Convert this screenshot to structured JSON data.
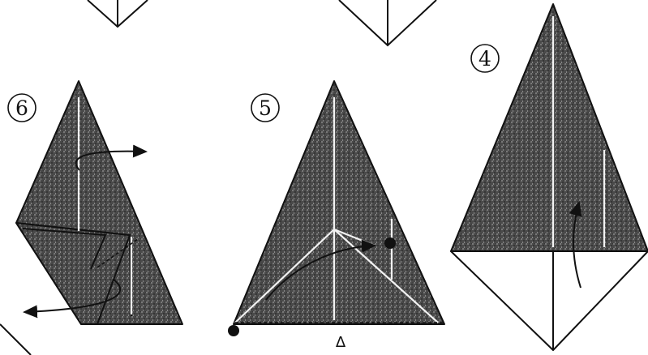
{
  "steps": [
    {
      "id": "step-4",
      "number": "4"
    },
    {
      "id": "step-5",
      "number": "5"
    },
    {
      "id": "step-6",
      "number": "6"
    }
  ],
  "symbols": {
    "valley_mark": "Δ"
  },
  "colors": {
    "ink": "#111111",
    "paper": "#ffffff",
    "shade": "#3a3a3a"
  }
}
